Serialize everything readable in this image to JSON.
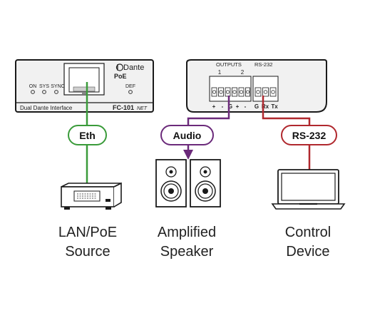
{
  "device_left": {
    "brand": "Dante",
    "poe_label": "PoE",
    "leds": [
      "ON",
      "SYS",
      "SYNC"
    ],
    "def_label": "DEF",
    "name_label": "Dual Dante Interface",
    "model": "FC-101",
    "model_suffix": "NET"
  },
  "device_right": {
    "outputs_label": "OUTPUTS",
    "rs232_label": "RS-232",
    "output_numbers": [
      "1",
      "2"
    ],
    "terminal_labels": [
      "+",
      "-",
      "G",
      "+",
      "-",
      "G",
      "Rx",
      "Tx"
    ]
  },
  "connections": [
    {
      "label": "Eth",
      "color": "#3a9b3a"
    },
    {
      "label": "Audio",
      "color": "#6b2a7a"
    },
    {
      "label": "RS-232",
      "color": "#b0282e"
    }
  ],
  "captions": [
    {
      "line1": "LAN/PoE",
      "line2": "Source"
    },
    {
      "line1": "Amplified",
      "line2": "Speaker"
    },
    {
      "line1": "Control",
      "line2": "Device"
    }
  ]
}
